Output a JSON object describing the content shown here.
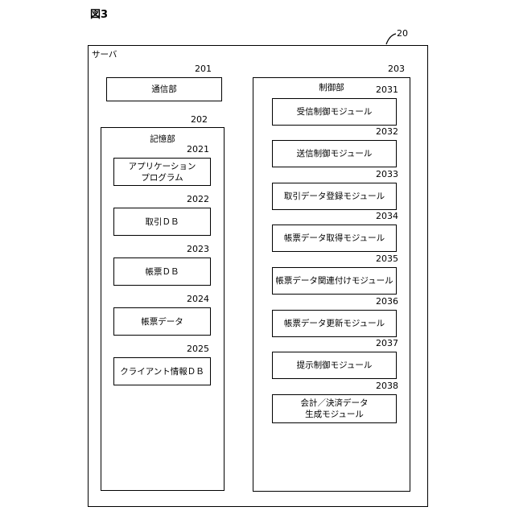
{
  "figure_label": "図3",
  "server": {
    "ref": "20",
    "label": "サーバ"
  },
  "comm": {
    "ref": "201",
    "label": "通信部"
  },
  "storage": {
    "ref": "202",
    "label": "記憶部",
    "items": [
      {
        "ref": "2021",
        "line1": "アプリケーション",
        "line2": "プログラム"
      },
      {
        "ref": "2022",
        "line1": "取引ＤＢ",
        "line2": ""
      },
      {
        "ref": "2023",
        "line1": "帳票ＤＢ",
        "line2": ""
      },
      {
        "ref": "2024",
        "line1": "帳票データ",
        "line2": ""
      },
      {
        "ref": "2025",
        "line1": "クライアント情報ＤＢ",
        "line2": ""
      }
    ]
  },
  "control": {
    "ref": "203",
    "label": "制御部",
    "modules": [
      {
        "ref": "2031",
        "line1": "受信制御モジュール",
        "line2": ""
      },
      {
        "ref": "2032",
        "line1": "送信制御モジュール",
        "line2": ""
      },
      {
        "ref": "2033",
        "line1": "取引データ登録モジュール",
        "line2": ""
      },
      {
        "ref": "2034",
        "line1": "帳票データ取得モジュール",
        "line2": ""
      },
      {
        "ref": "2035",
        "line1": "帳票データ関連付けモジュール",
        "line2": ""
      },
      {
        "ref": "2036",
        "line1": "帳票データ更新モジュール",
        "line2": ""
      },
      {
        "ref": "2037",
        "line1": "提示制御モジュール",
        "line2": ""
      },
      {
        "ref": "2038",
        "line1": "会計／決済データ",
        "line2": "生成モジュール"
      }
    ]
  }
}
